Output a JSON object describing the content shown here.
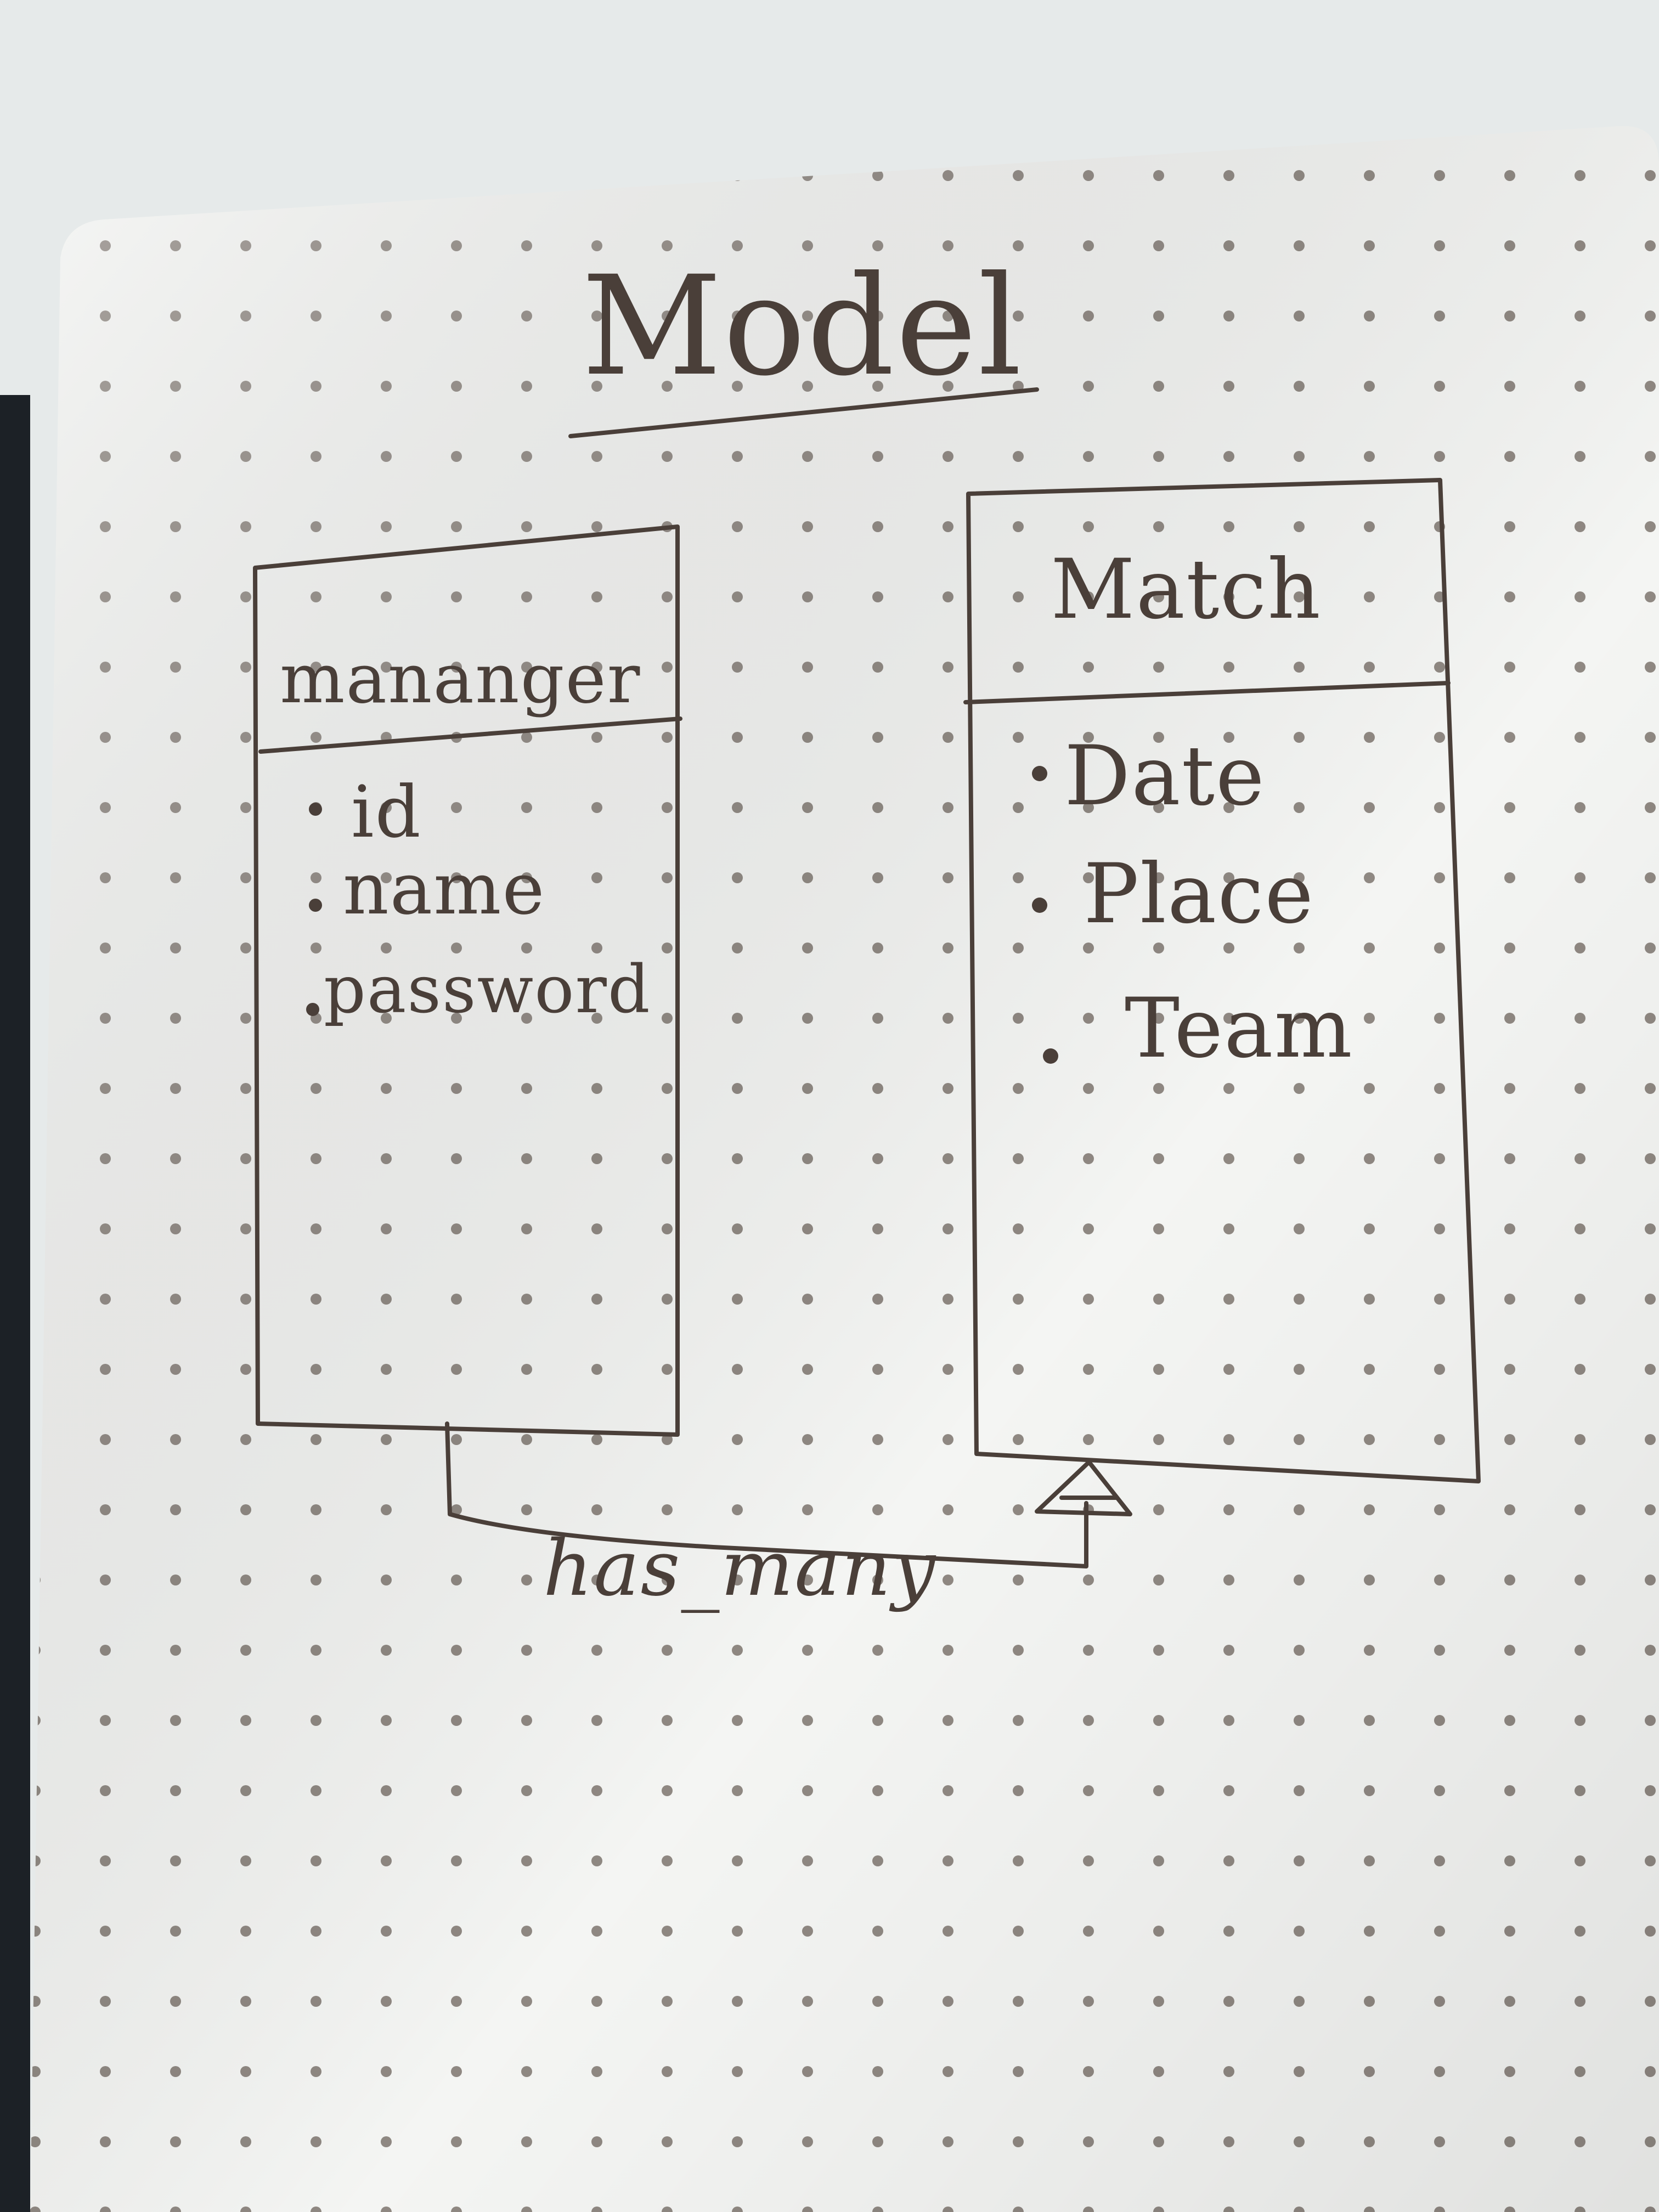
{
  "title": "Model",
  "entities": [
    {
      "name": "mananger",
      "attributes": [
        "id",
        "name",
        "password"
      ]
    },
    {
      "name": "Match",
      "attributes": [
        "Date",
        "Place",
        "Team"
      ]
    }
  ],
  "relationship": {
    "label": "has_many"
  },
  "colors": {
    "ink": "#4a3f39",
    "paper": "#f4f5f3",
    "dot": "#8f8882",
    "background": "#e9ecec"
  }
}
